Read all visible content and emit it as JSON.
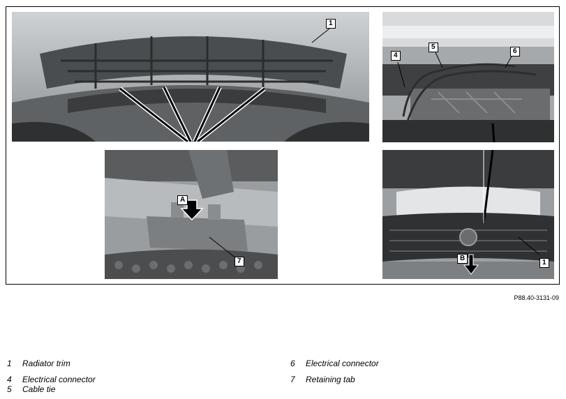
{
  "callouts": {
    "one_top": "1",
    "four": "4",
    "five": "5",
    "six": "6",
    "a": "A",
    "seven": "7",
    "b": "B",
    "one_bottom": "1"
  },
  "figure_reference": "P88.40-3131-09",
  "legend": [
    {
      "num": "1",
      "label": "Radiator trim"
    },
    {
      "num": "6",
      "label": "Electrical connector"
    },
    {
      "num": "4",
      "label": "Electrical connector"
    },
    {
      "num": "7",
      "label": "Retaining tab"
    },
    {
      "num": "5",
      "label": "Cable tie"
    }
  ]
}
